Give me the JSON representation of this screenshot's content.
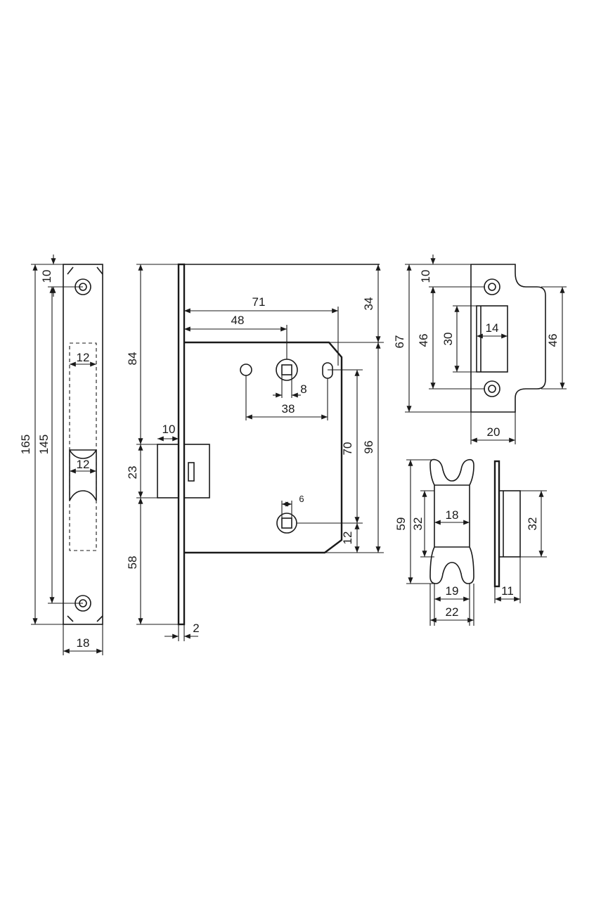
{
  "strike_plate": {
    "d_165": "165",
    "d_145": "145",
    "d_10": "10",
    "d_12_top": "12",
    "d_12_mid": "12",
    "d_18": "18"
  },
  "lock_body": {
    "d_84": "84",
    "d_23": "23",
    "d_58": "58",
    "d_10": "10",
    "d_2": "2",
    "d_71": "71",
    "d_48": "48",
    "d_34": "34",
    "d_38": "38",
    "d_8": "8",
    "d_70": "70",
    "d_96": "96",
    "d_6": "6",
    "d_12": "12"
  },
  "counter_plate": {
    "d_67": "67",
    "d_10": "10",
    "d_46_left": "46",
    "d_30": "30",
    "d_14": "14",
    "d_46_right": "46",
    "d_20": "20"
  },
  "latch_front": {
    "d_59": "59",
    "d_32": "32",
    "d_18": "18",
    "d_19": "19",
    "d_22": "22"
  },
  "latch_side": {
    "d_32": "32",
    "d_11": "11"
  }
}
